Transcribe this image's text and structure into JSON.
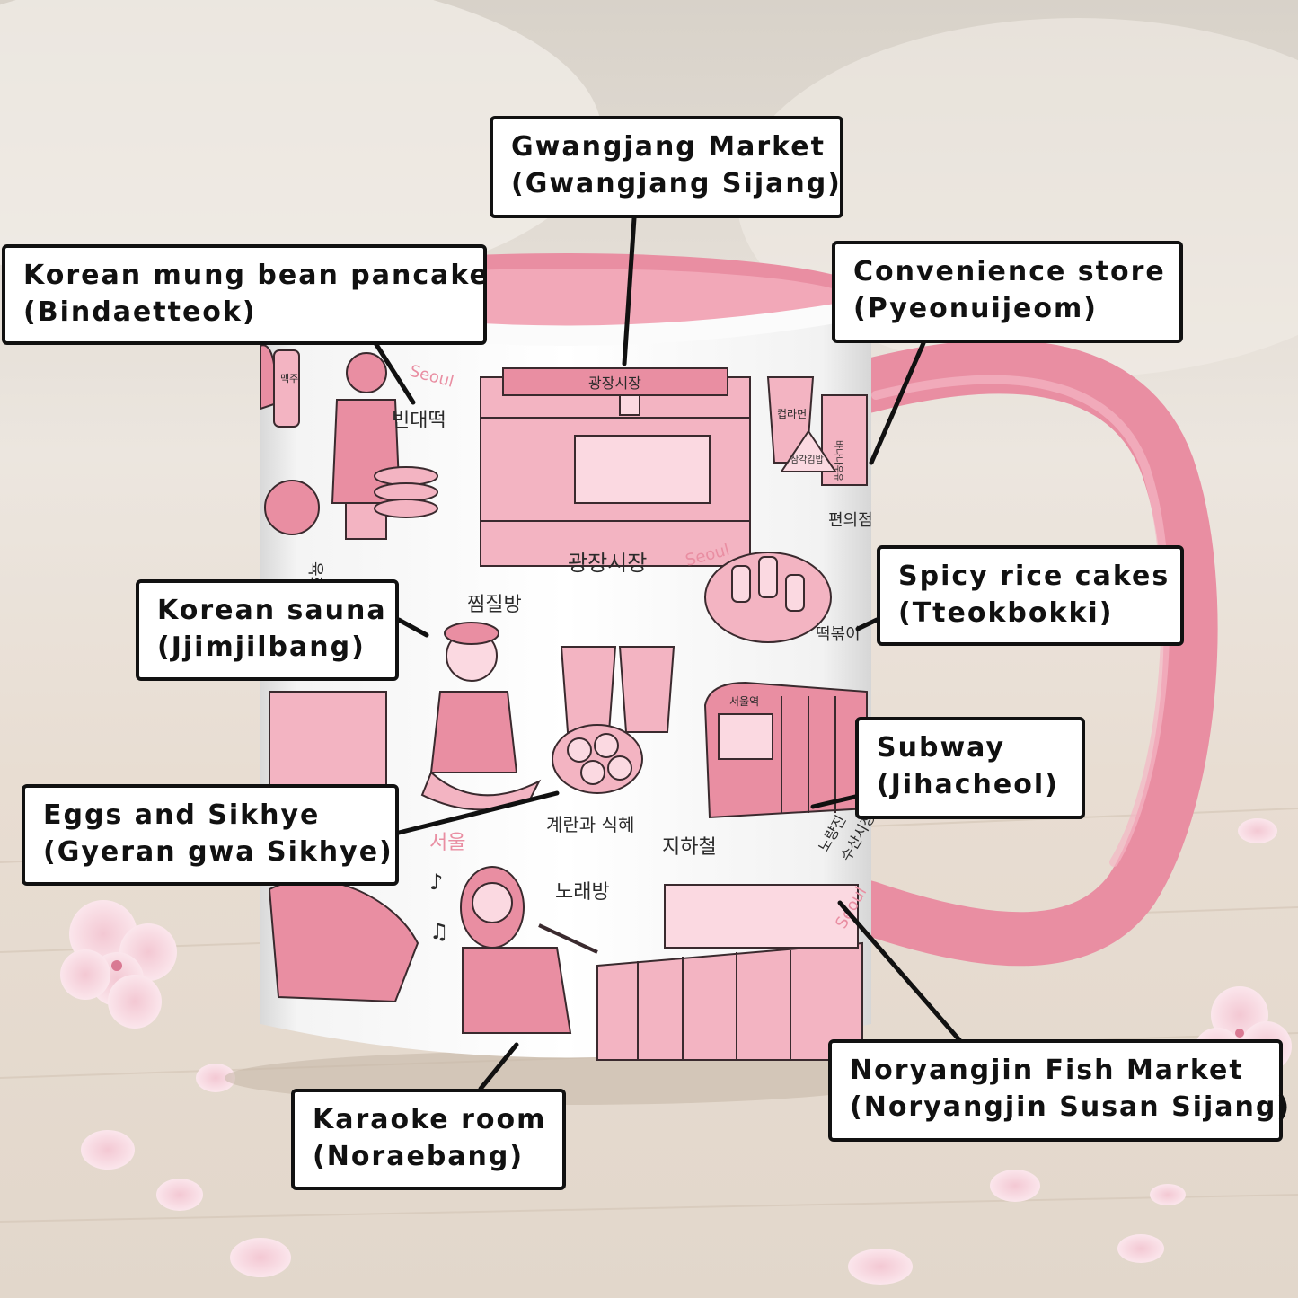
{
  "colors": {
    "accent_pink": "#e98ea2",
    "mug_body": "#fafafa",
    "table": "#e9dfd3",
    "background": "#e3dad0",
    "callout_border": "#111111",
    "callout_fill": "#ffffff"
  },
  "callouts": [
    {
      "id": "gwangjang",
      "line1": "Gwangjang Market",
      "line2": "(Gwangjang Sijang)"
    },
    {
      "id": "bindaetteok",
      "line1": "Korean mung bean pancake",
      "line2": "(Bindaetteok)"
    },
    {
      "id": "pyeonuijeom",
      "line1": "Convenience store",
      "line2": "(Pyeonuijeom)"
    },
    {
      "id": "jjimjilbang",
      "line1": "Korean sauna",
      "line2": "(Jjimjilbang)"
    },
    {
      "id": "tteokbokki",
      "line1": "Spicy rice cakes",
      "line2": "(Tteokbokki)"
    },
    {
      "id": "jihacheol",
      "line1": "Subway",
      "line2": "(Jihacheol)"
    },
    {
      "id": "gyeran",
      "line1": "Eggs and Sikhye",
      "line2": "(Gyeran gwa Sikhye)"
    },
    {
      "id": "noryangjin",
      "line1": "Noryangjin Fish Market",
      "line2": "(Noryangjin Susan Sijang)"
    },
    {
      "id": "noraebang",
      "line1": "Karaoke room",
      "line2": "(Noraebang)"
    }
  ],
  "mug_labels": {
    "seoul": "Seoul",
    "seoul_kr": "서울",
    "market_sign": "광장시장",
    "market": "광장시장",
    "pancake": "빈대떡",
    "store": "편의점",
    "cup_ramen": "컵라면",
    "milk": "바나나우유",
    "kimbap": "삼각김밥",
    "beer": "맥주",
    "sauna": "찜질방",
    "tteokbokki": "떡볶이",
    "eggs": "계란과 식혜",
    "subway": "지하철",
    "subway_sign": "서울역",
    "karaoke": "노래방",
    "fish_market_1": "노량진",
    "fish_market_2": "수산시장",
    "yukhoe": "육회와"
  }
}
